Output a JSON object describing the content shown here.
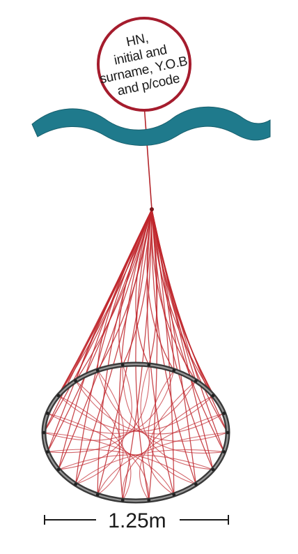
{
  "tag": {
    "lines": [
      "HN,",
      "initial and",
      "surname, Y.O.B",
      "and p/code"
    ],
    "border_color": "#a51c2d"
  },
  "water": {
    "color": "#1f7a8c"
  },
  "net": {
    "color": "#c0272d",
    "hoop_color": "#3a3a3a"
  },
  "dimension": {
    "label": "1.25m"
  }
}
